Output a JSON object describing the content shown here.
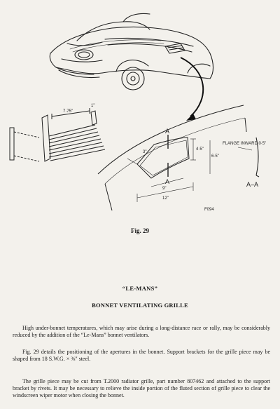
{
  "figure": {
    "caption": "Fig. 29",
    "figure_code": "F094",
    "dimensions": {
      "grille_width": "7·75\"",
      "grille_depth": "1\"",
      "aperture_height_a": "4·5\"",
      "aperture_height_b": "6·5\"",
      "aperture_top": "3\"",
      "aperture_base": "9\"",
      "overall_length": "12\""
    },
    "section_marker": "A",
    "section_label": "A–A",
    "flange_note": "FLANGE INWARD 0·5\""
  },
  "article": {
    "title": "“LE-MANS”",
    "subtitle": "BONNET VENTILATING GRILLE",
    "paragraphs": [
      "High under-bonnet temperatures, which may arise during a long-distance race or rally, may be considerably reduced by the addition of the “Le-Mans” bonnet ventilators.",
      "Fig. 29 details the positioning of the apertures in the bonnet. Support brackets for the grille piece may be shaped from 18 S.W.G. × ⅜\" steel.",
      "The grille piece may be cut from T.2000 radiator grille, part number 807462 and attached to the support bracket by rivets. It may be necessary to relieve the inside portion of the fluted section of grille piece to clear the windscreen wiper motor when closing the bonnet."
    ]
  }
}
